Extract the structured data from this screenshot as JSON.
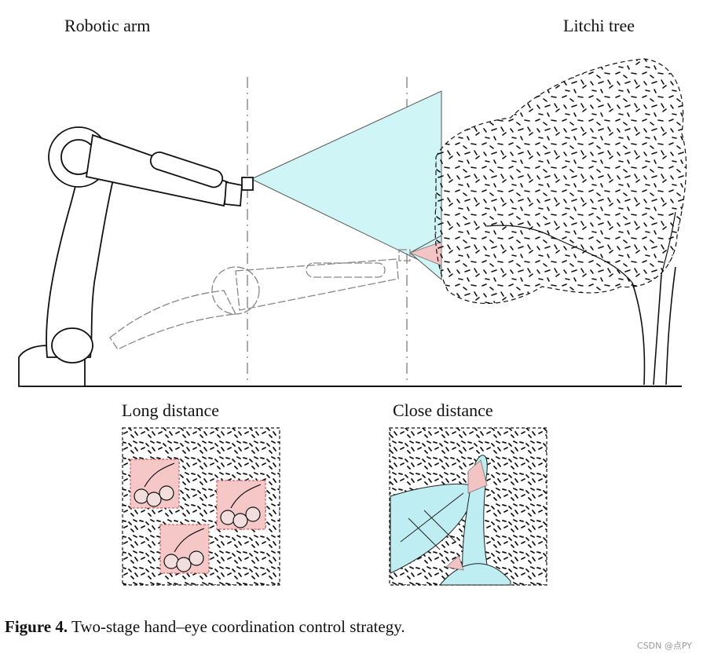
{
  "labels": {
    "robotic_arm": "Robotic arm",
    "litchi_tree": "Litchi tree",
    "long_distance": "Long distance",
    "close_distance": "Close distance"
  },
  "caption": {
    "bold": "Figure 4.",
    "text": "Two-stage hand–eye coordination control strategy."
  },
  "watermark": "CSDN @点PY",
  "colors": {
    "view_cone": "#cff5f7",
    "detection_box": "#f6c7c7",
    "line": "#111111",
    "leaf_fill": "#bfeef2"
  }
}
